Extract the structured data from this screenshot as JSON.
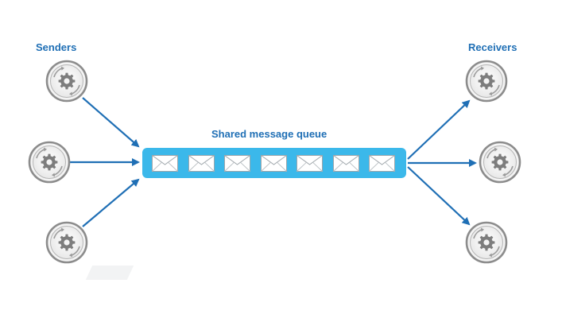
{
  "diagram": {
    "senders_label": "Senders",
    "receivers_label": "Receivers",
    "queue_label": "Shared message queue",
    "sender_count": 3,
    "receiver_count": 3,
    "message_count": 7,
    "colors": {
      "accent_text": "#1f6fb5",
      "arrow": "#1f6fb5",
      "queue_fill": "#3bb8ea",
      "node_ring": "#8c8c8c",
      "gear": "#7d7d7d"
    },
    "icons": {
      "sender": "gear-process-icon",
      "receiver": "gear-process-icon",
      "message": "envelope-icon"
    }
  }
}
